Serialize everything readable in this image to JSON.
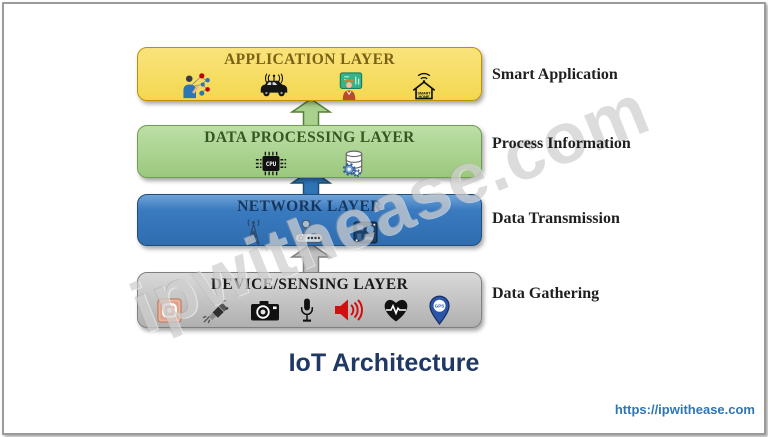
{
  "page": {
    "title": "IoT Architecture",
    "watermark": "ipwithease.com",
    "footer_link": "https://ipwithease.com"
  },
  "layers": [
    {
      "label": "APPLICATION LAYER",
      "side_label": "Smart Application",
      "colors": {
        "fill": "#F7DC5F",
        "border": "#BF9000",
        "text": "#7B6118"
      },
      "icons": [
        "user-network",
        "connected-car",
        "smart-agriculture",
        "smart-home"
      ]
    },
    {
      "label": "DATA PROCESSING LAYER",
      "side_label": "Process Information",
      "colors": {
        "fill": "#A9D18E",
        "border": "#538135",
        "text": "#375623"
      },
      "icons": [
        "cpu-chip",
        "data-mining-database"
      ]
    },
    {
      "label": "NETWORK LAYER",
      "side_label": "Data Transmission",
      "colors": {
        "fill": "#3A7CBF",
        "border": "#1F4E79",
        "text": "#17365D"
      },
      "icons": [
        "cell-tower",
        "wifi-router",
        "circuit-board"
      ]
    },
    {
      "label": "DEVICE/SENSING LAYER",
      "side_label": "Data Gathering",
      "colors": {
        "fill": "#BFBFBF",
        "border": "#7F7F7F",
        "text": "#1A1A1A"
      },
      "icons": [
        "rfid-tag",
        "sensor-probe",
        "camera",
        "microphone",
        "speaker",
        "heartbeat-monitor",
        "gps-pin"
      ]
    }
  ],
  "arrows": [
    {
      "direction": "up",
      "fill": "#A9D18E",
      "border": "#538135"
    },
    {
      "direction": "up",
      "fill": "#2E75B6",
      "border": "#1F4E79"
    },
    {
      "direction": "up",
      "fill": "#BFBFBF",
      "border": "#808080"
    }
  ],
  "icon_captions": {
    "smart_home_line1": "SMART",
    "smart_home_line2": "HOME",
    "cpu": "CPU",
    "gps": "GPS"
  }
}
